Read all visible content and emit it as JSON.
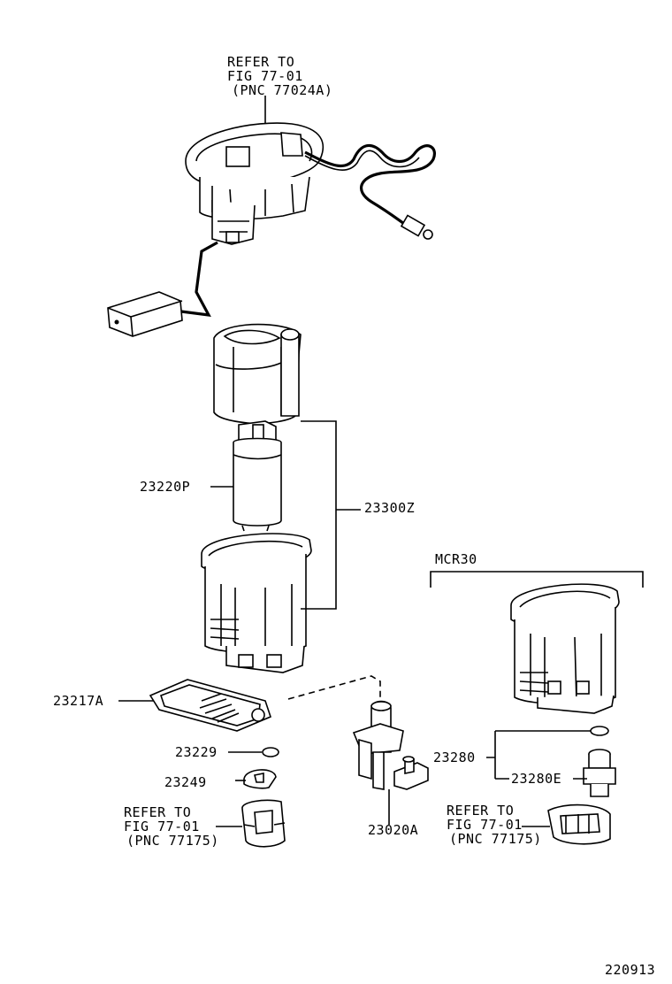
{
  "refer_top": {
    "line1": "REFER TO",
    "line2": "FIG 77-01",
    "line3": "(PNC 77024A)"
  },
  "refer_left": {
    "line1": "REFER TO",
    "line2": "FIG 77-01",
    "line3": "(PNC 77175)"
  },
  "refer_right": {
    "line1": "REFER TO",
    "line2": "FIG 77-01",
    "line3": "(PNC 77175)"
  },
  "parts": {
    "p23220P": "23220P",
    "p23300Z": "23300Z",
    "p23217A": "23217A",
    "p23229": "23229",
    "p23249": "23249",
    "p23020A": "23020A",
    "p23280": "23280",
    "p23280E": "23280E"
  },
  "variant_label": "MCR30",
  "figure_number": "220913"
}
